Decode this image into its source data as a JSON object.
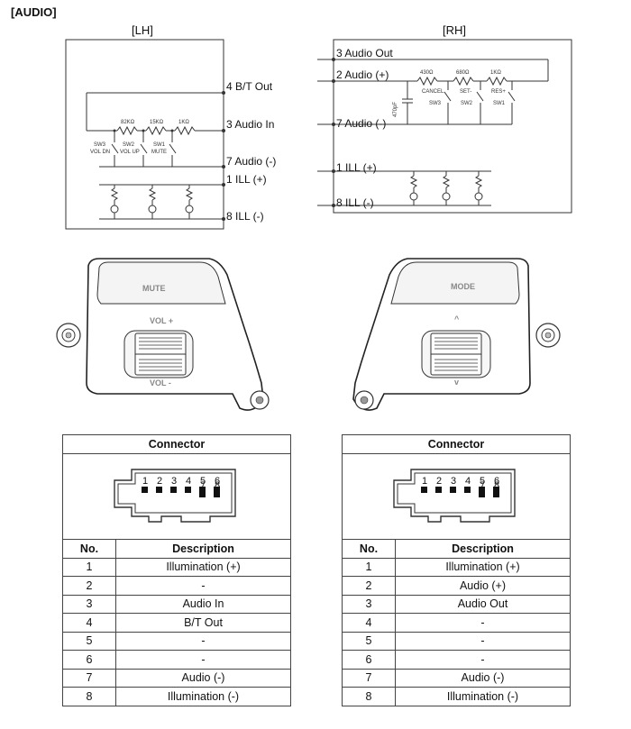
{
  "section_title": "[AUDIO]",
  "lh": {
    "label": "[LH]",
    "pins": [
      "4 B/T Out",
      "3 Audio In",
      "7 Audio (-)",
      "1 ILL (+)",
      "8 ILL (-)"
    ],
    "resistors": [
      "82KΩ",
      "15KΩ",
      "1KΩ"
    ],
    "switches": [
      {
        "id": "SW3",
        "name": "VOL DN"
      },
      {
        "id": "SW2",
        "name": "VOL UP"
      },
      {
        "id": "SW1",
        "name": "MUTE"
      }
    ]
  },
  "rh": {
    "label": "[RH]",
    "pins": [
      "3 Audio Out",
      "2 Audio (+)",
      "7 Audio (-)",
      "1 ILL (+)",
      "8 ILL (-)"
    ],
    "resistors": [
      "430Ω",
      "680Ω",
      "1KΩ"
    ],
    "capacitor": "470pF",
    "switches": [
      {
        "id": "SW3",
        "name": "CANCEL"
      },
      {
        "id": "SW2",
        "name": "SET-"
      },
      {
        "id": "SW1",
        "name": "RES+"
      }
    ]
  },
  "lh_switch_labels": {
    "top": "MUTE",
    "up": "VOL +",
    "down": "VOL -"
  },
  "rh_switch_labels": {
    "top": "MODE",
    "up": "^",
    "down": "v"
  },
  "tables": {
    "connector_header": "Connector",
    "col_no": "No.",
    "col_desc": "Description",
    "connector_pins": [
      "1",
      "2",
      "3",
      "4",
      "5",
      "6",
      "7",
      "8"
    ],
    "lh_rows": [
      {
        "no": "1",
        "desc": "Illumination (+)"
      },
      {
        "no": "2",
        "desc": "-"
      },
      {
        "no": "3",
        "desc": "Audio In"
      },
      {
        "no": "4",
        "desc": "B/T Out"
      },
      {
        "no": "5",
        "desc": "-"
      },
      {
        "no": "6",
        "desc": "-"
      },
      {
        "no": "7",
        "desc": "Audio (-)"
      },
      {
        "no": "8",
        "desc": "Illumination (-)"
      }
    ],
    "rh_rows": [
      {
        "no": "1",
        "desc": "Illumination (+)"
      },
      {
        "no": "2",
        "desc": "Audio (+)"
      },
      {
        "no": "3",
        "desc": "Audio Out"
      },
      {
        "no": "4",
        "desc": "-"
      },
      {
        "no": "5",
        "desc": "-"
      },
      {
        "no": "6",
        "desc": "-"
      },
      {
        "no": "7",
        "desc": "Audio (-)"
      },
      {
        "no": "8",
        "desc": "Illumination (-)"
      }
    ]
  }
}
